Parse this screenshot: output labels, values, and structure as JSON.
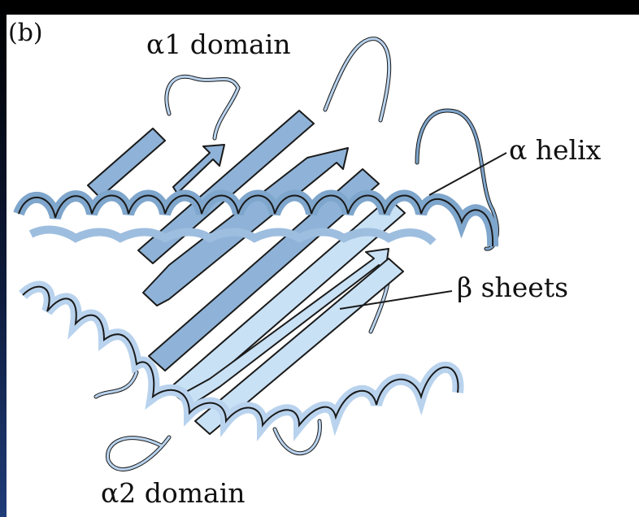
{
  "figure": {
    "panel_label": "(b)",
    "labels": {
      "alpha1_domain": "α1 domain",
      "alpha_helix": "α helix",
      "beta_sheets": "β sheets",
      "alpha2_domain": "α2 domain"
    }
  },
  "colors": {
    "helix_dark": "#7fa6cc",
    "helix_mid": "#9ebedf",
    "strand_dark": "#8fb3d8",
    "strand_light": "#c9e1f5",
    "outline": "#1a1a1a",
    "background": "#ffffff"
  }
}
